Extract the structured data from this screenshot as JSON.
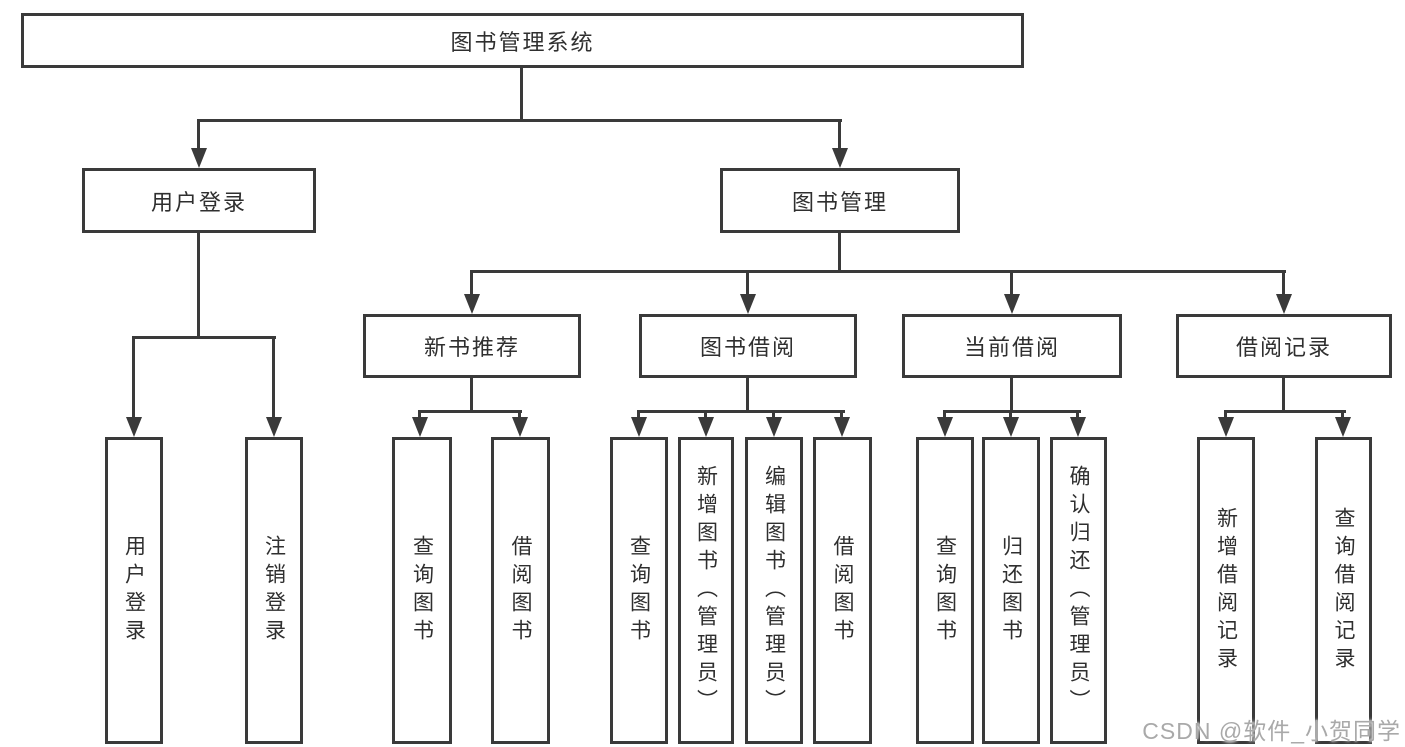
{
  "nodes": {
    "root": "图书管理系统",
    "user_login": "用户登录",
    "book_mgmt": "图书管理",
    "new_book_rec": "新书推荐",
    "book_borrow": "图书借阅",
    "current_borrow": "当前借阅",
    "borrow_record": "借阅记录",
    "leaf_user_login": "用户登录",
    "leaf_logout": "注销登录",
    "leaf_query_books_rec": "查询图书",
    "leaf_borrow_books_rec": "借阅图书",
    "leaf_query_books_borrow": "查询图书",
    "leaf_add_books_admin": "新增图书（管理员）",
    "leaf_edit_books_admin": "编辑图书（管理员）",
    "leaf_borrow_books_borrow": "借阅图书",
    "leaf_query_books_current": "查询图书",
    "leaf_return_books": "归还图书",
    "leaf_confirm_return_admin": "确认归还（管理员）",
    "leaf_add_borrow_record": "新增借阅记录",
    "leaf_query_borrow_record": "查询借阅记录"
  },
  "structure": {
    "图书管理系统": {
      "用户登录": [
        "用户登录",
        "注销登录"
      ],
      "图书管理": {
        "新书推荐": [
          "查询图书",
          "借阅图书"
        ],
        "图书借阅": [
          "查询图书",
          "新增图书（管理员）",
          "编辑图书（管理员）",
          "借阅图书"
        ],
        "当前借阅": [
          "查询图书",
          "归还图书",
          "确认归还（管理员）"
        ],
        "借阅记录": [
          "新增借阅记录",
          "查询借阅记录"
        ]
      }
    }
  },
  "watermark": "CSDN @软件_小贺同学",
  "colors": {
    "line": "#3a3a3a",
    "text": "#2f2f2f",
    "watermark": "#a9a9a9",
    "background": "#ffffff"
  }
}
